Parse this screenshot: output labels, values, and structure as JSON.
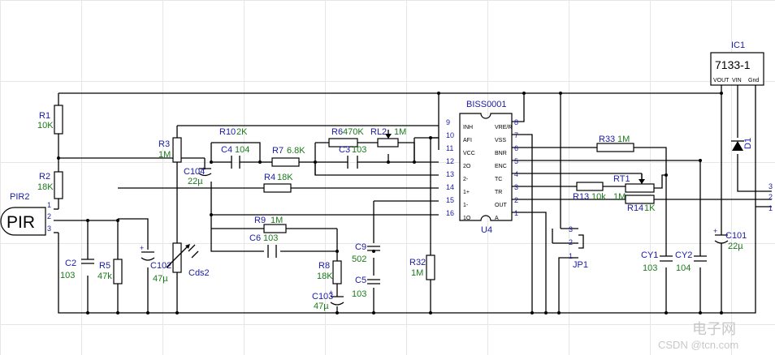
{
  "components": {
    "r1": {
      "ref": "R1",
      "value": "10K"
    },
    "r2": {
      "ref": "R2",
      "value": "18K"
    },
    "r3": {
      "ref": "R3",
      "value": "1M"
    },
    "r4": {
      "ref": "R4",
      "value": "18K"
    },
    "r5": {
      "ref": "R5",
      "value": "47k"
    },
    "r7": {
      "ref": "R7",
      "value": "6.8K"
    },
    "r8": {
      "ref": "R8",
      "value": "18K"
    },
    "r9": {
      "ref": "R9",
      "value": "1M"
    },
    "r10": {
      "ref": "R10",
      "value": "2K"
    },
    "r6": {
      "ref": "R6",
      "value": "470K"
    },
    "rl2": {
      "ref": "RL2",
      "value": "1M"
    },
    "r13": {
      "ref": "R13",
      "value": "10k"
    },
    "r14": {
      "ref": "R14",
      "value": "1K"
    },
    "r32": {
      "ref": "R32",
      "value": "1M"
    },
    "r33": {
      "ref": "R33",
      "value": "1M"
    },
    "rt1": {
      "ref": "RT1",
      "value": "1M"
    },
    "c2": {
      "ref": "C2",
      "value": "103"
    },
    "c3": {
      "ref": "C3",
      "value": "103"
    },
    "c4": {
      "ref": "C4",
      "value": "104"
    },
    "c5": {
      "ref": "C5",
      "value": "103"
    },
    "c6": {
      "ref": "C6",
      "value": "103"
    },
    "c9": {
      "ref": "C9",
      "value": "502"
    },
    "c101": {
      "ref": "C101",
      "value": "22µ"
    },
    "c102": {
      "ref": "C102",
      "value": "47µ"
    },
    "c103": {
      "ref": "C103",
      "value": "47µ"
    },
    "c104": {
      "ref": "C104",
      "value": "22µ"
    },
    "cy1": {
      "ref": "CY1",
      "value": "103"
    },
    "cy2": {
      "ref": "CY2",
      "value": "104"
    },
    "cds2": {
      "ref": "Cds2"
    },
    "d1": {
      "ref": "D1"
    },
    "jp1": {
      "ref": "JP1"
    },
    "pir2": {
      "ref": "PIR2",
      "body": "PIR"
    },
    "u4": {
      "ref": "U4",
      "name": "BISS0001"
    },
    "ic1": {
      "ref": "IC1",
      "name": "7133-1",
      "pins": [
        "VOUT",
        "VIN",
        "Gnd"
      ]
    }
  },
  "u4_left_pins": [
    {
      "num": "9",
      "name": "INH"
    },
    {
      "num": "10",
      "name": "AFI"
    },
    {
      "num": "11",
      "name": "VCC"
    },
    {
      "num": "12",
      "name": "2O"
    },
    {
      "num": "13",
      "name": "2-"
    },
    {
      "num": "14",
      "name": "1+"
    },
    {
      "num": "15",
      "name": "1-"
    },
    {
      "num": "16",
      "name": "1O"
    }
  ],
  "u4_right_pins": [
    {
      "num": "8",
      "name": "VRE/R"
    },
    {
      "num": "7",
      "name": "VSS"
    },
    {
      "num": "6",
      "name": "BNR"
    },
    {
      "num": "5",
      "name": "ENC"
    },
    {
      "num": "4",
      "name": "TC"
    },
    {
      "num": "3",
      "name": "TR"
    },
    {
      "num": "2",
      "name": "OUT"
    },
    {
      "num": "1",
      "name": "A"
    }
  ],
  "pin_numbers": {
    "pir": [
      "1",
      "2",
      "3"
    ],
    "jp1": [
      "3",
      "2",
      "1"
    ],
    "out": [
      "3",
      "2",
      "1"
    ]
  },
  "watermark": {
    "main": "电子网",
    "sub": "CSDN @tcn.com"
  }
}
